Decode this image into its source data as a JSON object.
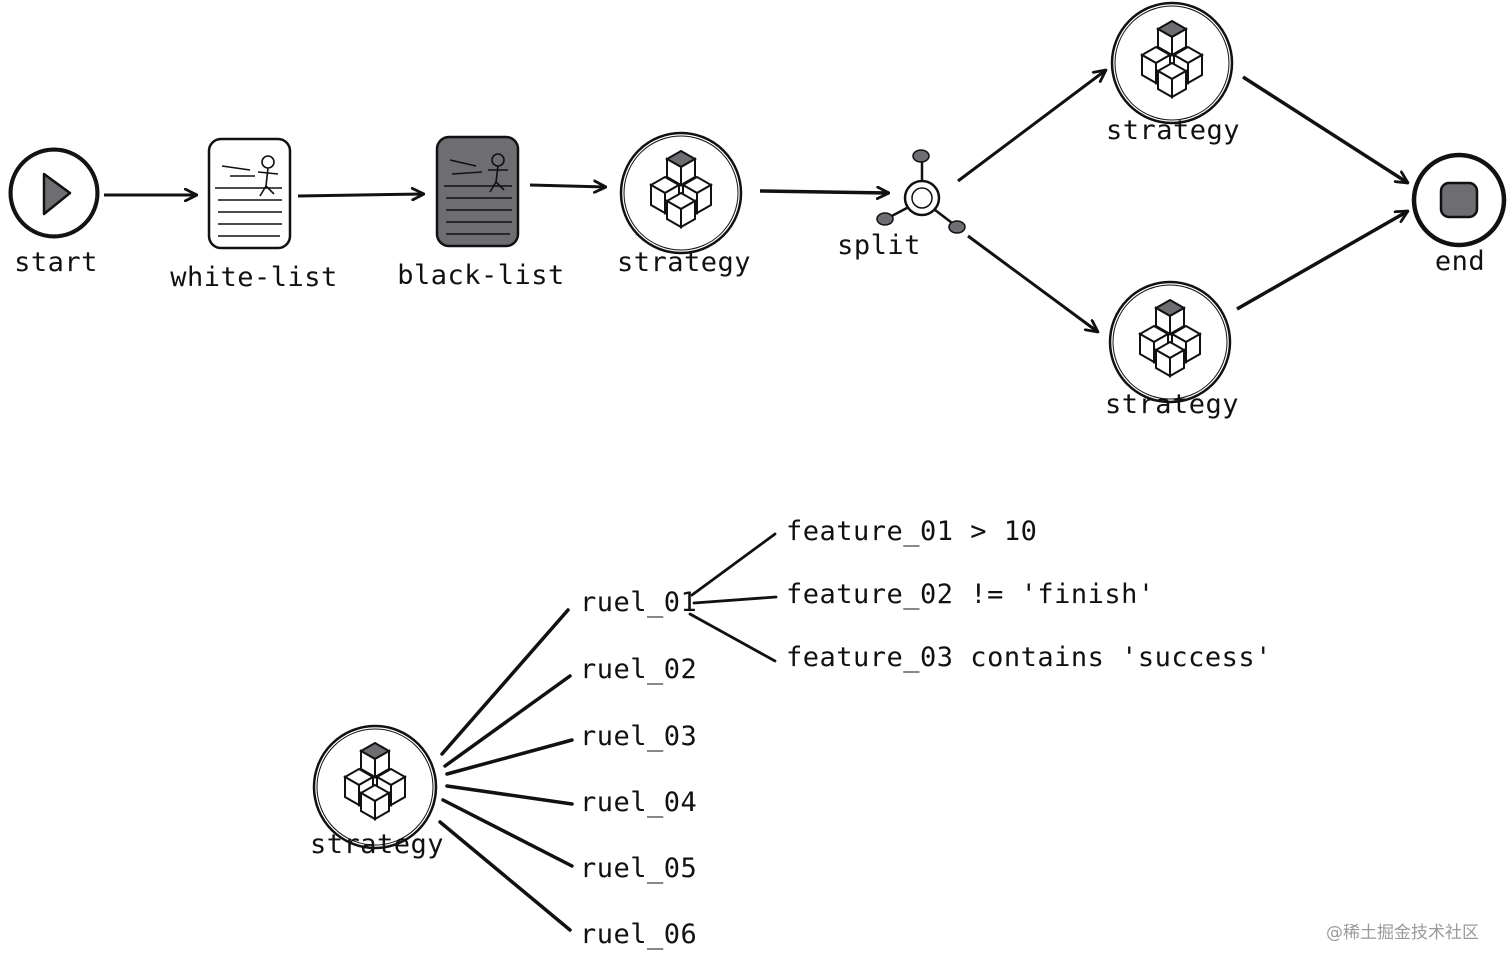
{
  "flow": {
    "start_label": "start",
    "whitelist_label": "white-list",
    "blacklist_label": "black-list",
    "strategy_label": "strategy",
    "split_label": "split",
    "strategy_top_label": "strategy",
    "strategy_bottom_label": "strategy",
    "end_label": "end"
  },
  "tree": {
    "root_label": "strategy",
    "rules": [
      "ruel_01",
      "ruel_02",
      "ruel_03",
      "ruel_04",
      "ruel_05",
      "ruel_06"
    ],
    "features": [
      "feature_01 > 10",
      "feature_02 != 'finish'",
      "feature_03 contains 'success'"
    ]
  },
  "watermark": "@稀土掘金技术社区",
  "colors": {
    "ink": "#111111",
    "fill_gray": "#6e6e72",
    "stroke": "#1a1a1a"
  }
}
